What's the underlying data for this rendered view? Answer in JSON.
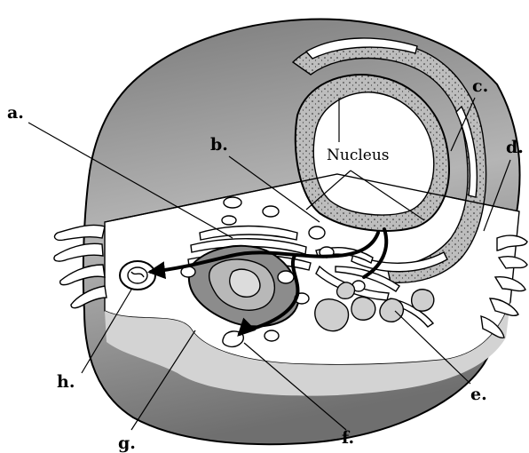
{
  "diagram": {
    "center_label": "Nucleus",
    "labels": {
      "a": "a.",
      "b": "b.",
      "c": "c.",
      "d": "d.",
      "e": "e.",
      "f": "f.",
      "g": "g.",
      "h": "h."
    },
    "colors": {
      "background": "#ffffff",
      "outline": "#000000",
      "cytoplasm_shade": "#a9a9a9",
      "membrane_fill": "#f5f5f5",
      "organelle_gray": "#8c8c8c"
    }
  }
}
